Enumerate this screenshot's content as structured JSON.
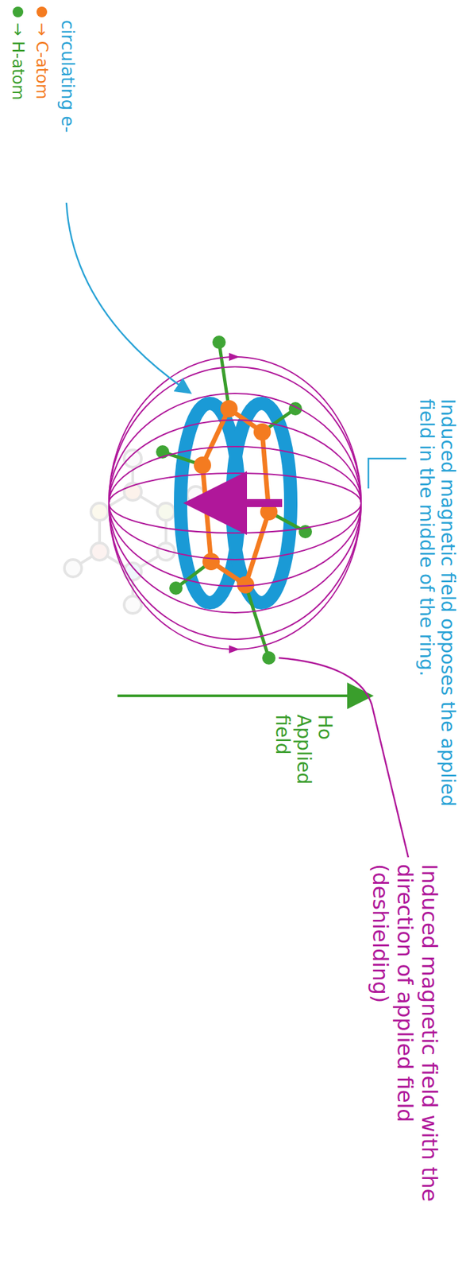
{
  "diagram": {
    "labels": [
      "circulating e-",
      "Induced magnetic field opposes the applied field in the middle of the ring.",
      "Ho Applied field",
      "Induced magnetic field with the direction of applied field (deshielding)"
    ],
    "legend": [
      {
        "text": "→ C-atom",
        "color": "#f47b20"
      },
      {
        "text": "→ H-atom",
        "color": "#3fa535"
      }
    ]
  }
}
